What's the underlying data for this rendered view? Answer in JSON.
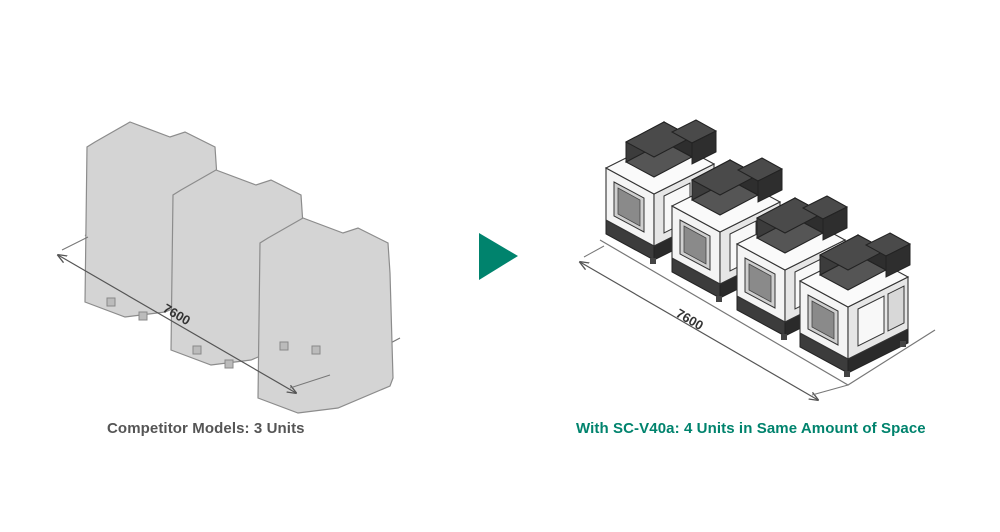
{
  "left_panel": {
    "caption": "Competitor Models: 3 Units",
    "dimension_label": "7600",
    "unit_count": 3
  },
  "arrow": {
    "icon": "play-triangle-icon"
  },
  "right_panel": {
    "caption": "With SC-V40a: 4 Units in Same Amount of Space",
    "dimension_label": "7600",
    "unit_count": 4
  },
  "colors": {
    "left_caption": "#555555",
    "right_caption": "#00836d",
    "accent_arrow": "#00836d",
    "silhouette_fill": "#d4d4d4",
    "silhouette_stroke": "#8c8c8c",
    "machine_dark": "#3c3c3c",
    "machine_light": "#f4f4f4"
  }
}
